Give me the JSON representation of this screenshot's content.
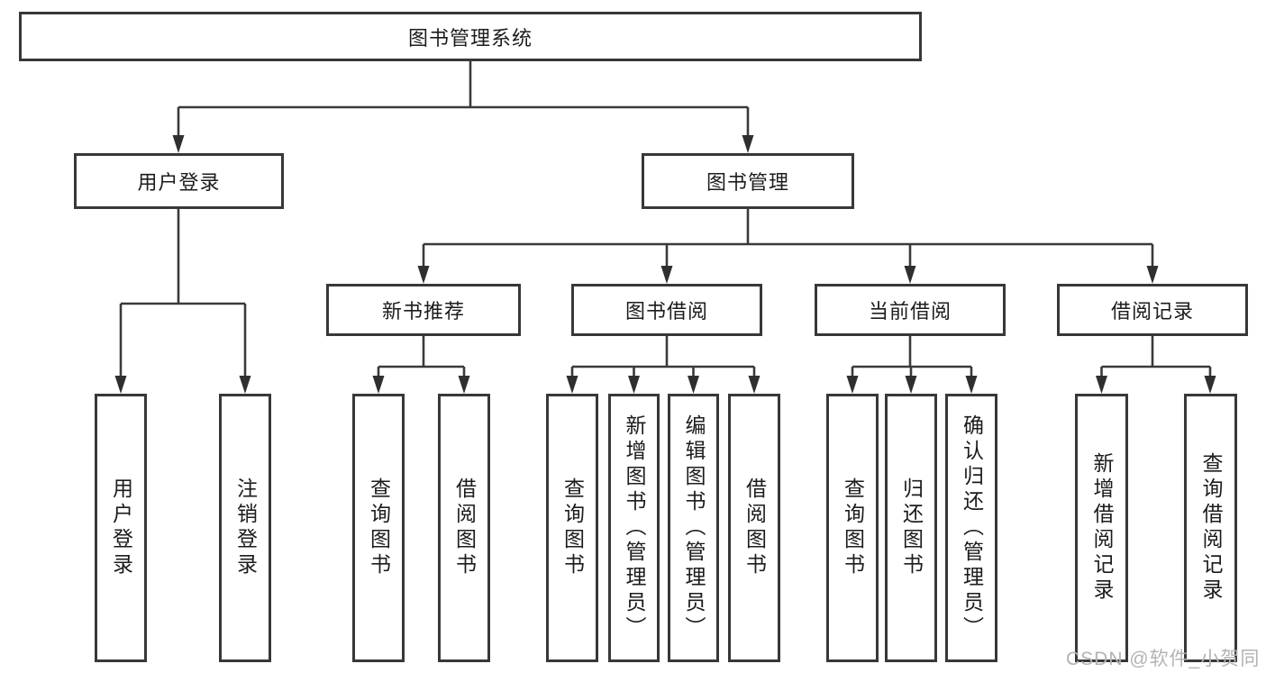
{
  "diagram": {
    "root": {
      "label": "图书管理系统"
    },
    "branches": [
      {
        "label": "用户登录",
        "children_labels": [
          "用户登录",
          "注销登录"
        ]
      },
      {
        "label": "图书管理",
        "sections": [
          {
            "label": "新书推荐",
            "children": [
              "查询图书",
              "借阅图书"
            ]
          },
          {
            "label": "图书借阅",
            "children": [
              "查询图书",
              "新增图书（管理员）",
              "编辑图书（管理员）",
              "借阅图书"
            ]
          },
          {
            "label": "当前借阅",
            "children": [
              "查询图书",
              "归还图书",
              "确认归还（管理员）"
            ]
          },
          {
            "label": "借阅记录",
            "children": [
              "新增借阅记录",
              "查询借阅记录"
            ]
          }
        ]
      }
    ]
  },
  "colors": {
    "box_border": "#383838",
    "connector_line": "#3a3a3a",
    "text": "#1c1c1c",
    "watermark_text": "#b3b3b3",
    "background": "#ffffff"
  },
  "watermark": {
    "text": "CSDN @软件_小贺同学"
  }
}
